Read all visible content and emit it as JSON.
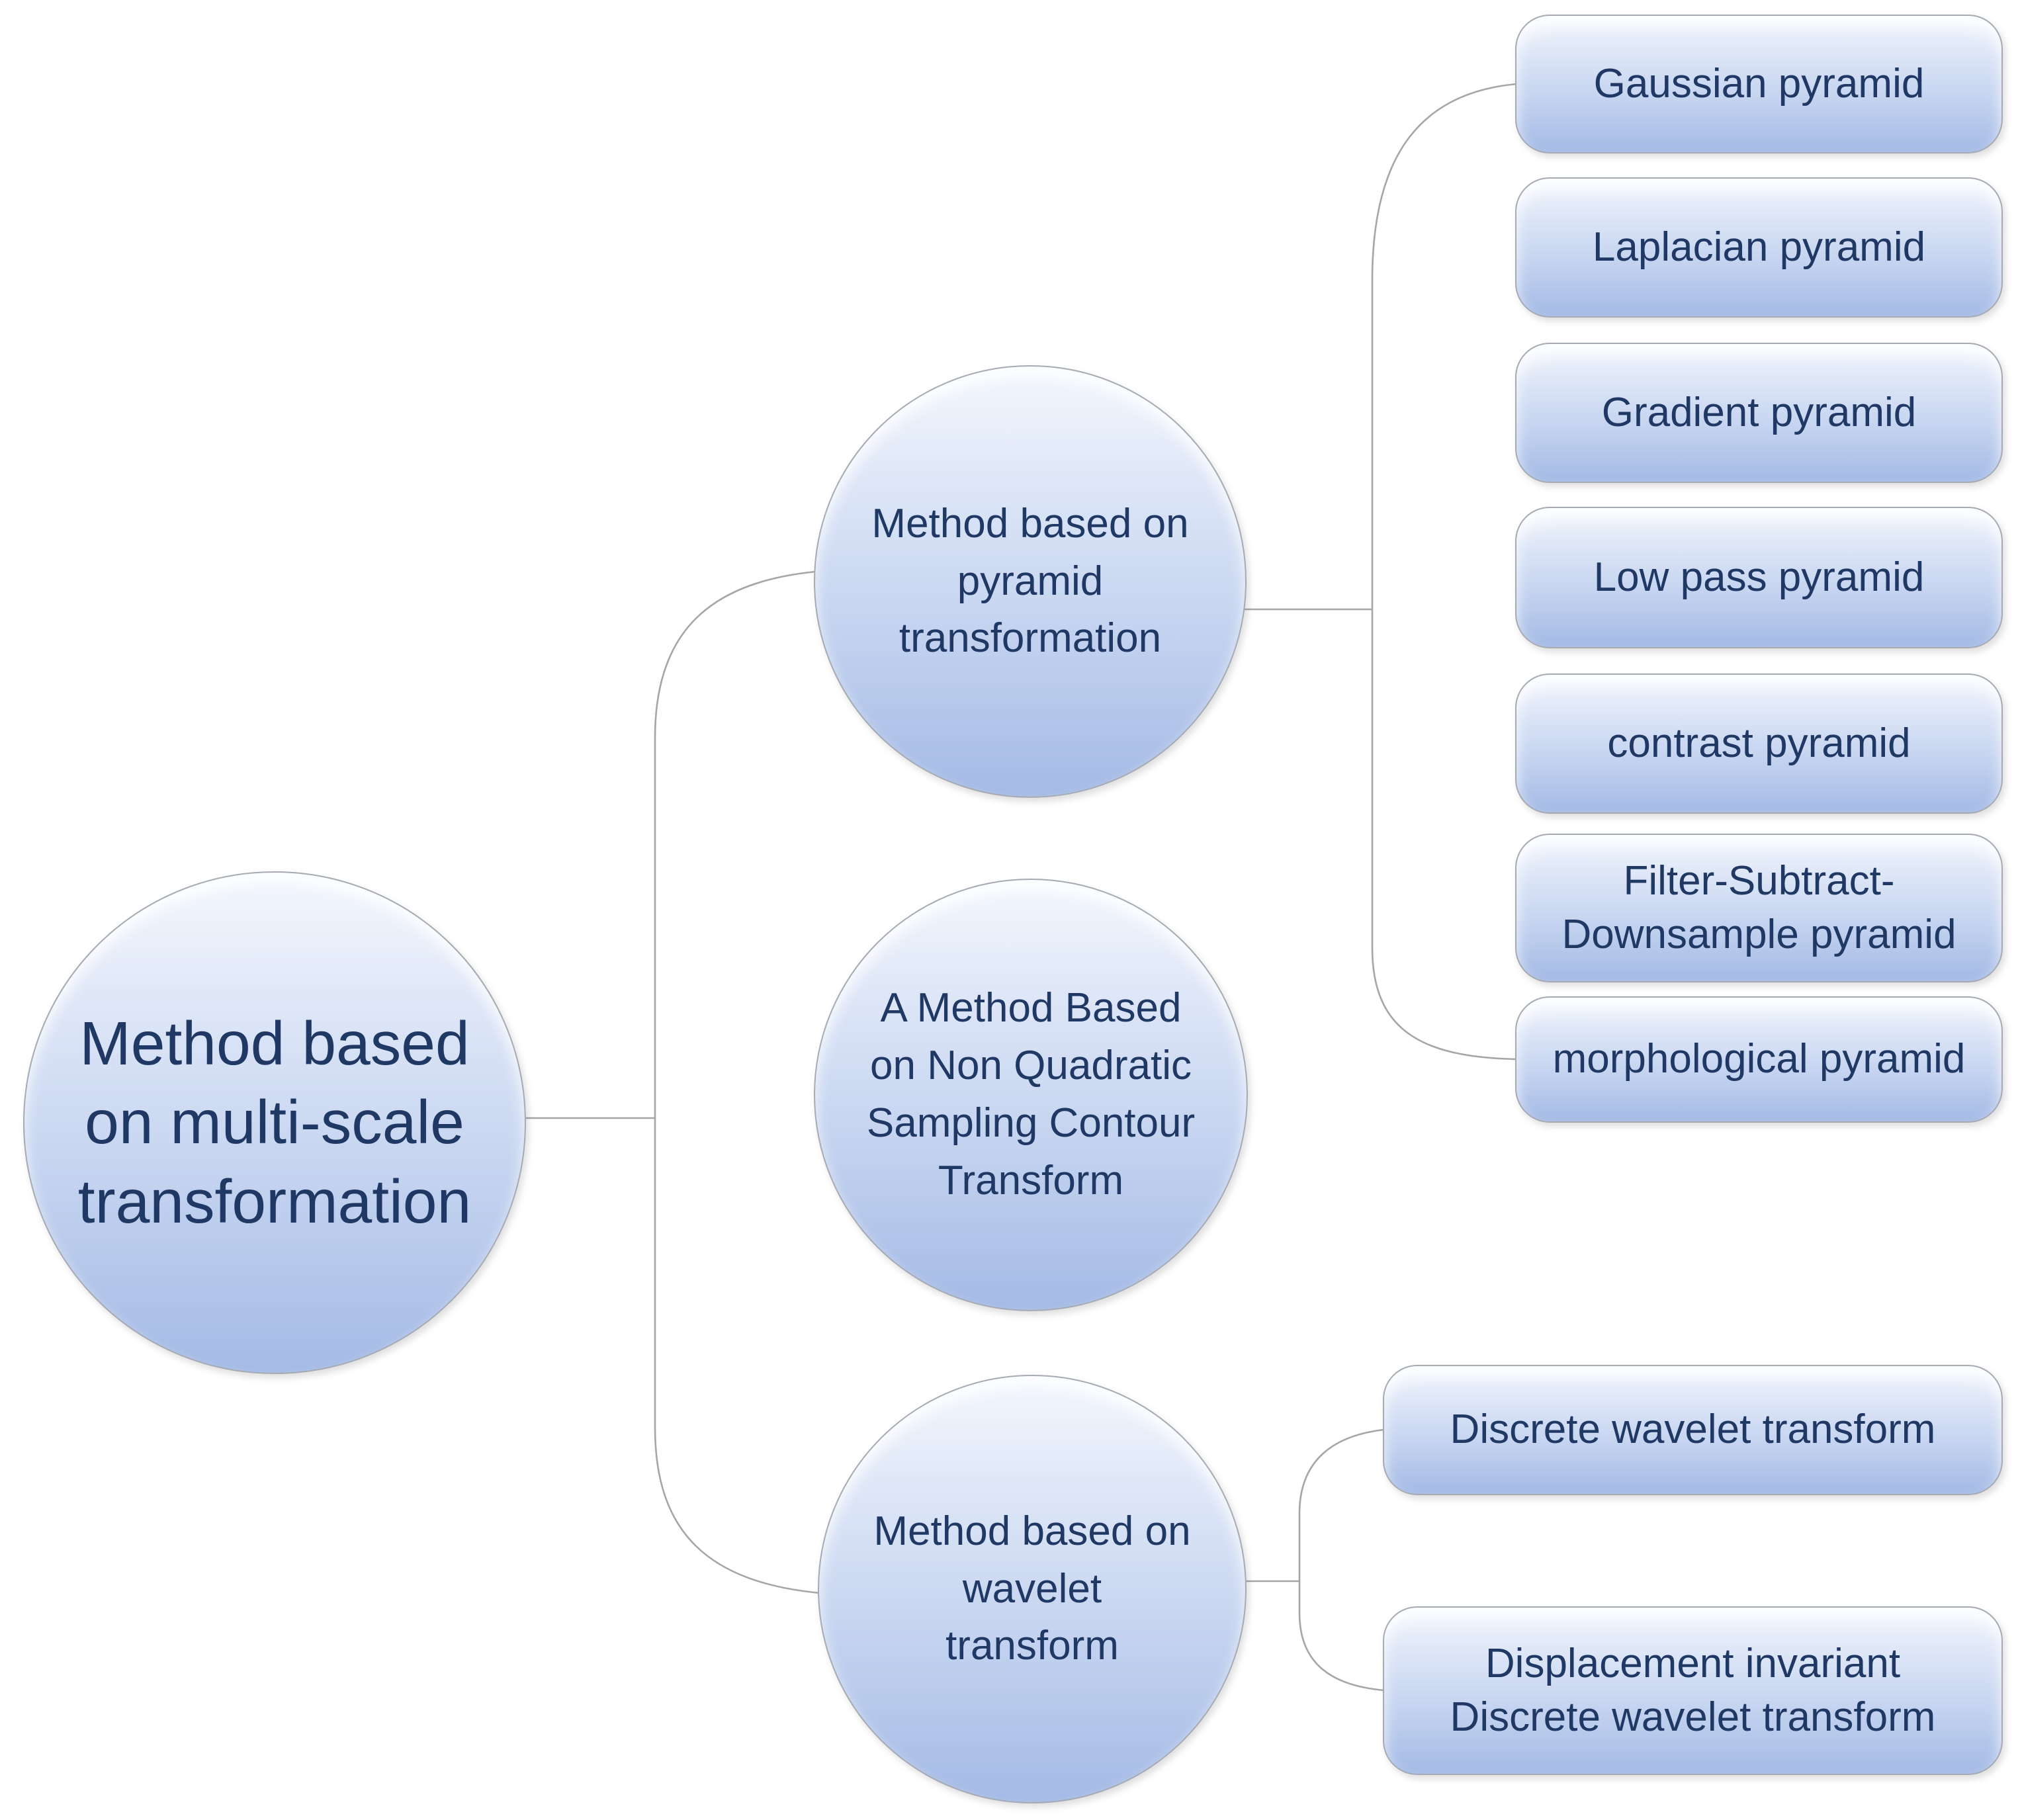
{
  "colors": {
    "background": "#ffffff",
    "node_fill_top": "#f4f7fd",
    "node_fill_upper": "#dde6f7",
    "node_fill_mid": "#c3d2ef",
    "node_fill_bottom": "#a4bae5",
    "node_border": "#a6abb3",
    "text": "#1f3864",
    "connector": "#a6a6a6"
  },
  "nodes": {
    "root": {
      "label": "Method based on multi-scale transformation",
      "lines": [
        "Method based",
        "on multi-scale",
        "transformation"
      ]
    },
    "pyramid": {
      "label": "Method based on pyramid transformation",
      "lines": [
        "Method based on",
        "pyramid",
        "transformation"
      ]
    },
    "contour": {
      "label": "A Method Based on Non Quadratic Sampling Contour Transform",
      "lines": [
        "A Method Based",
        "on Non Quadratic",
        "Sampling Contour",
        "Transform"
      ]
    },
    "wavelet": {
      "label": "Method based on wavelet transform",
      "lines": [
        "Method based on",
        "wavelet",
        "transform"
      ]
    },
    "pyramid_children": [
      {
        "label": "Gaussian pyramid",
        "lines": [
          "Gaussian pyramid"
        ]
      },
      {
        "label": "Laplacian pyramid",
        "lines": [
          "Laplacian pyramid"
        ]
      },
      {
        "label": "Gradient pyramid",
        "lines": [
          "Gradient pyramid"
        ]
      },
      {
        "label": "Low pass pyramid",
        "lines": [
          "Low pass pyramid"
        ]
      },
      {
        "label": "contrast pyramid",
        "lines": [
          "contrast pyramid"
        ]
      },
      {
        "label": "Filter-Subtract-Downsample pyramid",
        "lines": [
          "Filter-Subtract-",
          "Downsample pyramid"
        ]
      },
      {
        "label": "morphological pyramid",
        "lines": [
          "morphological pyramid"
        ]
      }
    ],
    "wavelet_children": [
      {
        "label": "Discrete wavelet transform",
        "lines": [
          "Discrete wavelet transform"
        ]
      },
      {
        "label": "Displacement invariant Discrete wavelet transform",
        "lines": [
          "Displacement invariant",
          "Discrete wavelet transform"
        ]
      }
    ]
  }
}
